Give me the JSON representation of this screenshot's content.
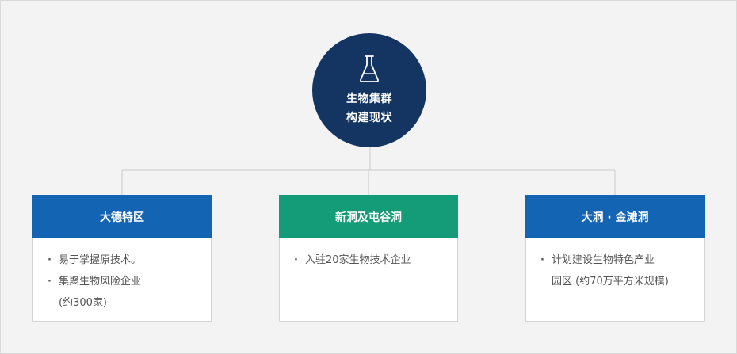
{
  "colors": {
    "center_bg": "#143562",
    "card1_header": "#1464b4",
    "card2_header": "#149b78",
    "card3_header": "#1464b4",
    "connector": "#c8c8c8",
    "body_text": "#555555"
  },
  "center": {
    "icon": "flask-icon",
    "title_line1": "生物集群",
    "title_line2": "构建现状"
  },
  "cards": [
    {
      "title": "大德特区",
      "items": [
        "易于掌握原技术。",
        "集聚生物风险企业\n(约300家)"
      ]
    },
    {
      "title": "新洞及屯谷洞",
      "items": [
        "入驻20家生物技术企业"
      ]
    },
    {
      "title": "大洞 · 金滩洞",
      "items": [
        "计划建设生物特色产业\n园区 (约70万平方米规模)"
      ]
    }
  ]
}
